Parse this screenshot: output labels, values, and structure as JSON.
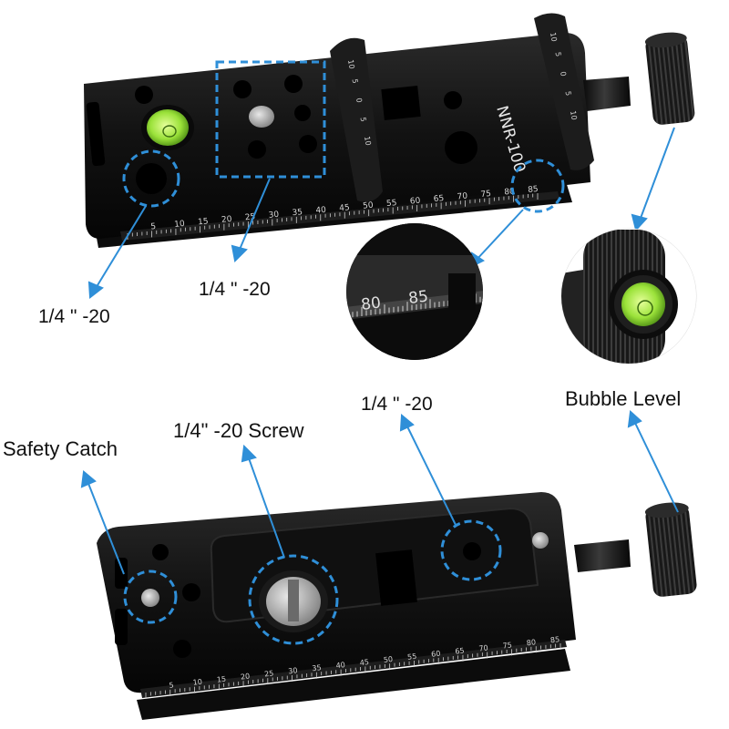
{
  "labels": {
    "hole_left_top": "1/4 \" -20",
    "hole_center_top": "1/4 \" -20",
    "hole_right_bottom": "1/4 \" -20",
    "bubble_level": "Bubble Level",
    "safety_catch": "Safety Catch",
    "screw": "1/4\" -20 Screw"
  },
  "engraving": {
    "model": "NNR-100",
    "zoom_scale_a": "80",
    "zoom_scale_b": "85",
    "top_scale": [
      "5",
      "10",
      "15",
      "20",
      "25",
      "30",
      "35",
      "40",
      "45",
      "50",
      "55",
      "60",
      "65",
      "70",
      "75",
      "80",
      "85"
    ],
    "clamp_scale": [
      "10",
      "5",
      "0",
      "5",
      "10"
    ],
    "bottom_scale": [
      "5",
      "10",
      "15",
      "20",
      "25",
      "30",
      "35",
      "40",
      "45",
      "50",
      "55",
      "60",
      "65",
      "70",
      "75",
      "80",
      "85"
    ]
  },
  "colors": {
    "callout": "#2f8fd8",
    "metal": "#141414",
    "bubble": "#9be23a"
  }
}
